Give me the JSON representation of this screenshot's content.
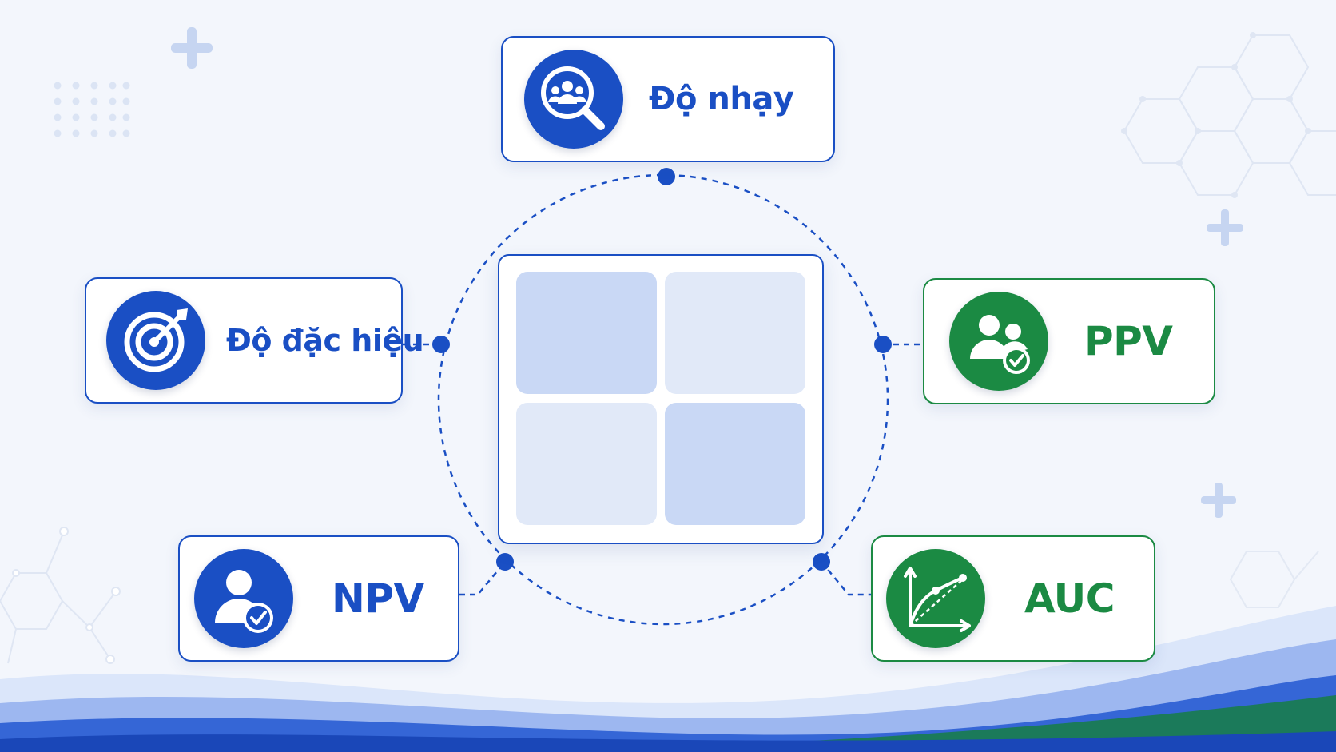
{
  "metrics": {
    "sensitivity": {
      "label": "Độ nhạy",
      "icon": "magnifier-people-icon",
      "color": "#1a4fc4"
    },
    "specificity": {
      "label": "Độ đặc hiệu",
      "icon": "target-arrow-icon",
      "color": "#1a4fc4"
    },
    "ppv": {
      "label": "PPV",
      "icon": "users-check-icon",
      "color": "#1b8a43"
    },
    "npv": {
      "label": "NPV",
      "icon": "user-check-icon",
      "color": "#1a4fc4"
    },
    "auc": {
      "label": "AUC",
      "icon": "roc-curve-icon",
      "color": "#1b8a43"
    }
  },
  "matrix": {
    "icon": "confusion-matrix-grid",
    "cell_colors": [
      "#c9d8f5",
      "#e1e9f8",
      "#e1e9f8",
      "#c9d8f5"
    ]
  },
  "colors": {
    "primary_blue": "#1a4fc4",
    "primary_green": "#1b8a43",
    "background": "#f3f6fc"
  }
}
